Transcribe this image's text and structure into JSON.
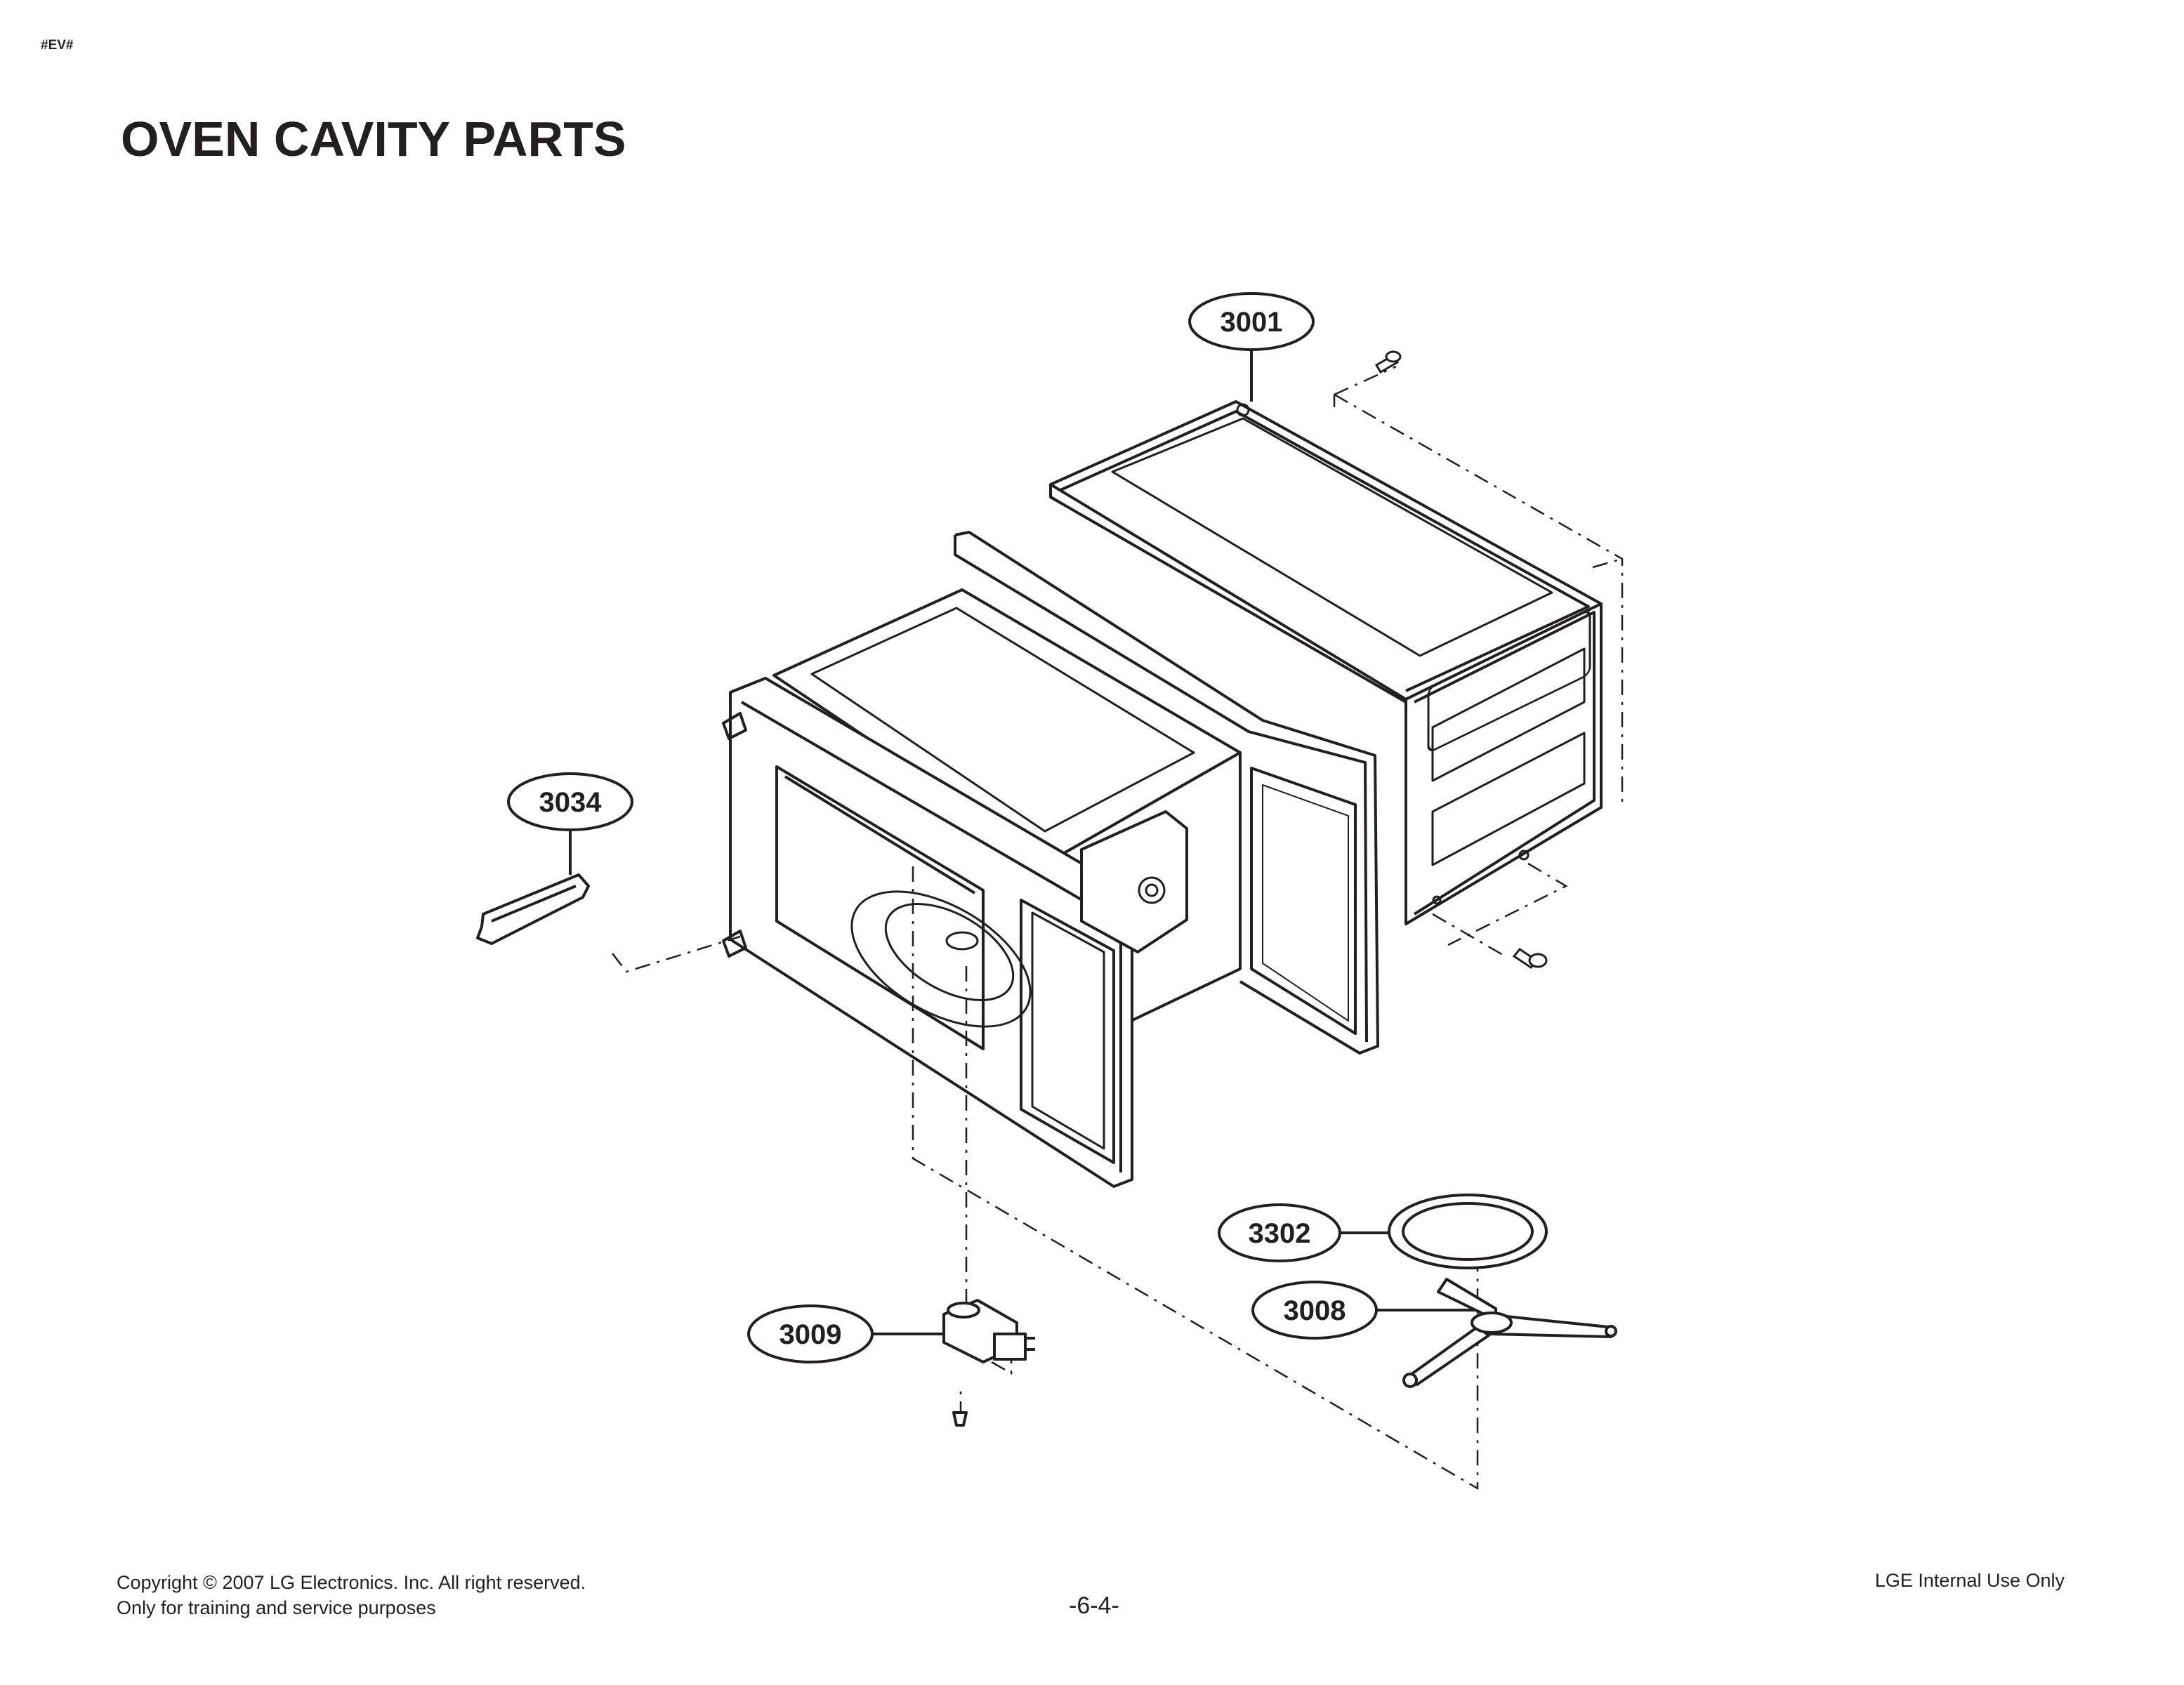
{
  "page": {
    "tag": "#EV#",
    "title": "OVEN CAVITY PARTS"
  },
  "callouts": {
    "c3001": "3001",
    "c3034": "3034",
    "c3302": "3302",
    "c3008": "3008",
    "c3009": "3009"
  },
  "footer": {
    "copyright": "Copyright © 2007 LG Electronics. Inc. All right reserved.",
    "purpose": "Only for training and service purposes",
    "page_number": "-6-4-",
    "internal": "LGE Internal Use Only"
  },
  "colors": {
    "ink": "#231f20",
    "paper": "#ffffff"
  }
}
